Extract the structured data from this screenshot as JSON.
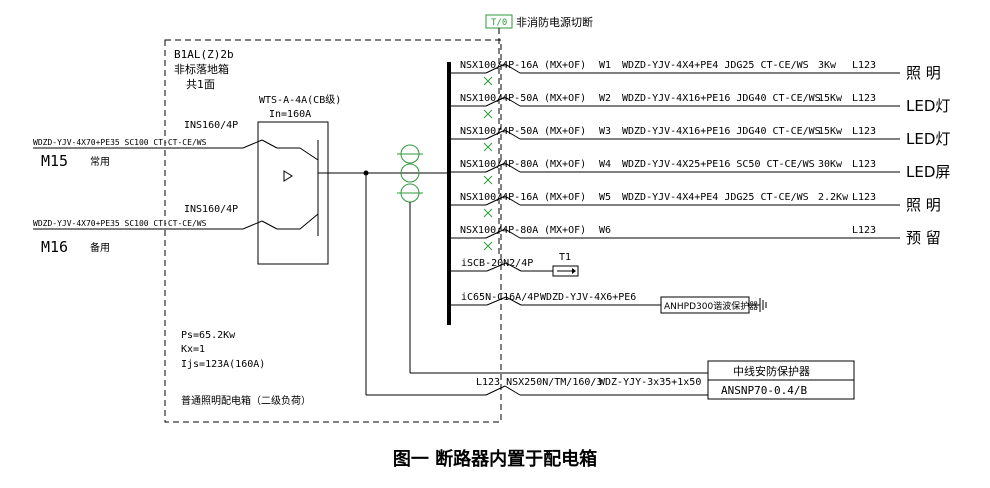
{
  "box": {
    "title": "B1AL(Z)2b",
    "subtitle": "非标落地箱",
    "count": "共1面",
    "footer": "普通照明配电箱（二级负荷）",
    "calc": [
      "Ps=65.2Kw",
      "Kx=1",
      "Ijs=123A(160A)"
    ]
  },
  "incomers": [
    {
      "cable": "WDZD-YJV-4X70+PE35 SC100 CT-CT-CE/WS",
      "source": "M15",
      "role": "常用",
      "breaker": "INS160/4P"
    },
    {
      "cable": "WDZD-YJV-4X70+PE35 SC100 CT-CT-CE/WS",
      "source": "M16",
      "role": "备用",
      "breaker": "INS160/4P"
    }
  ],
  "ats": {
    "model": "WTS-A-4A(CB级)",
    "rating": "In=160A"
  },
  "fire_cut": {
    "tag": "T/0",
    "label": "非消防电源切断"
  },
  "feeders": [
    {
      "breaker": "NSX100/4P-16A",
      "aux": "(MX+OF)",
      "id": "W1",
      "cable": "WDZD-YJV-4X4+PE4 JDG25 CT-CE/WS",
      "power": "3Kw",
      "phase": "L123",
      "load": "照 明"
    },
    {
      "breaker": "NSX100/4P-50A",
      "aux": "(MX+OF)",
      "id": "W2",
      "cable": "WDZD-YJV-4X16+PE16 JDG40 CT-CE/WS",
      "power": "15Kw",
      "phase": "L123",
      "load": "LED灯"
    },
    {
      "breaker": "NSX100/4P-50A",
      "aux": "(MX+OF)",
      "id": "W3",
      "cable": "WDZD-YJV-4X16+PE16 JDG40 CT-CE/WS",
      "power": "15Kw",
      "phase": "L123",
      "load": "LED灯"
    },
    {
      "breaker": "NSX100/4P-80A",
      "aux": "(MX+OF)",
      "id": "W4",
      "cable": "WDZD-YJV-4X25+PE16 SC50 CT-CE/WS",
      "power": "30Kw",
      "phase": "L123",
      "load": "LED屏"
    },
    {
      "breaker": "NSX100/4P-16A",
      "aux": "(MX+OF)",
      "id": "W5",
      "cable": "WDZD-YJV-4X4+PE4 JDG25 CT-CE/WS",
      "power": "2.2Kw",
      "phase": "L123",
      "load": "照 明"
    },
    {
      "breaker": "NSX100/4P-80A",
      "aux": "(MX+OF)",
      "id": "W6",
      "cable": "",
      "power": "",
      "phase": "L123",
      "load": "预 留"
    }
  ],
  "spd": {
    "breaker": "iSCB-20N2/4P",
    "tag": "T1"
  },
  "harmonic": {
    "breaker": "iC65N-C16A/4P",
    "cable": "WDZD-YJV-4X6+PE6",
    "device": "ANHPD300谐波保护器"
  },
  "neutral": {
    "label": "L123 NSX250N/TM/160/3",
    "cable": "WDZ-YJY-3x35+1x50",
    "device": "中线安防保护器",
    "model": "ANSNP70-0.4/B"
  },
  "caption": "图一  断路器内置于配电箱"
}
